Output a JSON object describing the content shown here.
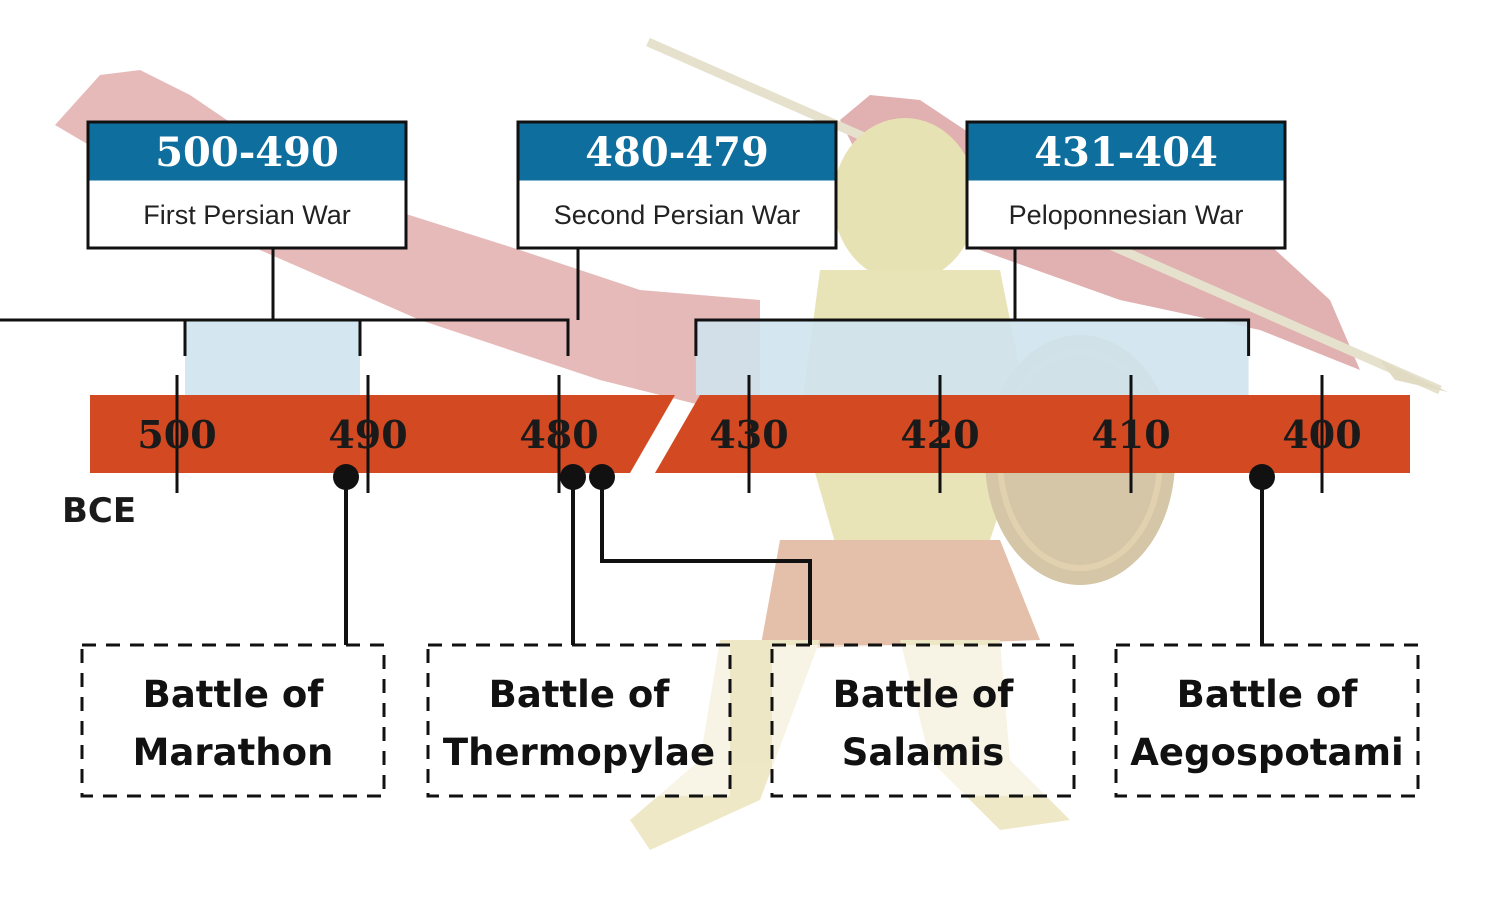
{
  "timeline": {
    "era_label": "BCE",
    "colors": {
      "bar": "#d34a22",
      "header": "#0e6e9e",
      "span_fill": "#cfe3ee",
      "narrow_span_fill": "#b5b8c8",
      "ink": "#111111"
    },
    "left_ticks": [
      {
        "year": 500,
        "label": "500"
      },
      {
        "year": 490,
        "label": "490"
      },
      {
        "year": 480,
        "label": "480"
      }
    ],
    "right_ticks": [
      {
        "year": 430,
        "label": "430"
      },
      {
        "year": 420,
        "label": "420"
      },
      {
        "year": 410,
        "label": "410"
      },
      {
        "year": 400,
        "label": "400"
      }
    ],
    "axis_break": "after 480, before 430"
  },
  "wars": [
    {
      "range": "500-490",
      "name": "First Persian War",
      "start": 500,
      "end": 490
    },
    {
      "range": "480-479",
      "name": "Second Persian War",
      "start": 480,
      "end": 479
    },
    {
      "range": "431-404",
      "name": "Peloponnesian War",
      "start": 431,
      "end": 404
    }
  ],
  "battles": [
    {
      "line1": "Battle of",
      "line2": "Marathon",
      "year": 490
    },
    {
      "line1": "Battle of",
      "line2": "Thermopylae",
      "year": 480
    },
    {
      "line1": "Battle of",
      "line2": "Salamis",
      "year": 480
    },
    {
      "line1": "Battle of",
      "line2": "Aegospotami",
      "year": 405
    }
  ],
  "background": {
    "illustration": "spartan-warrior-with-spear-and-shield"
  }
}
